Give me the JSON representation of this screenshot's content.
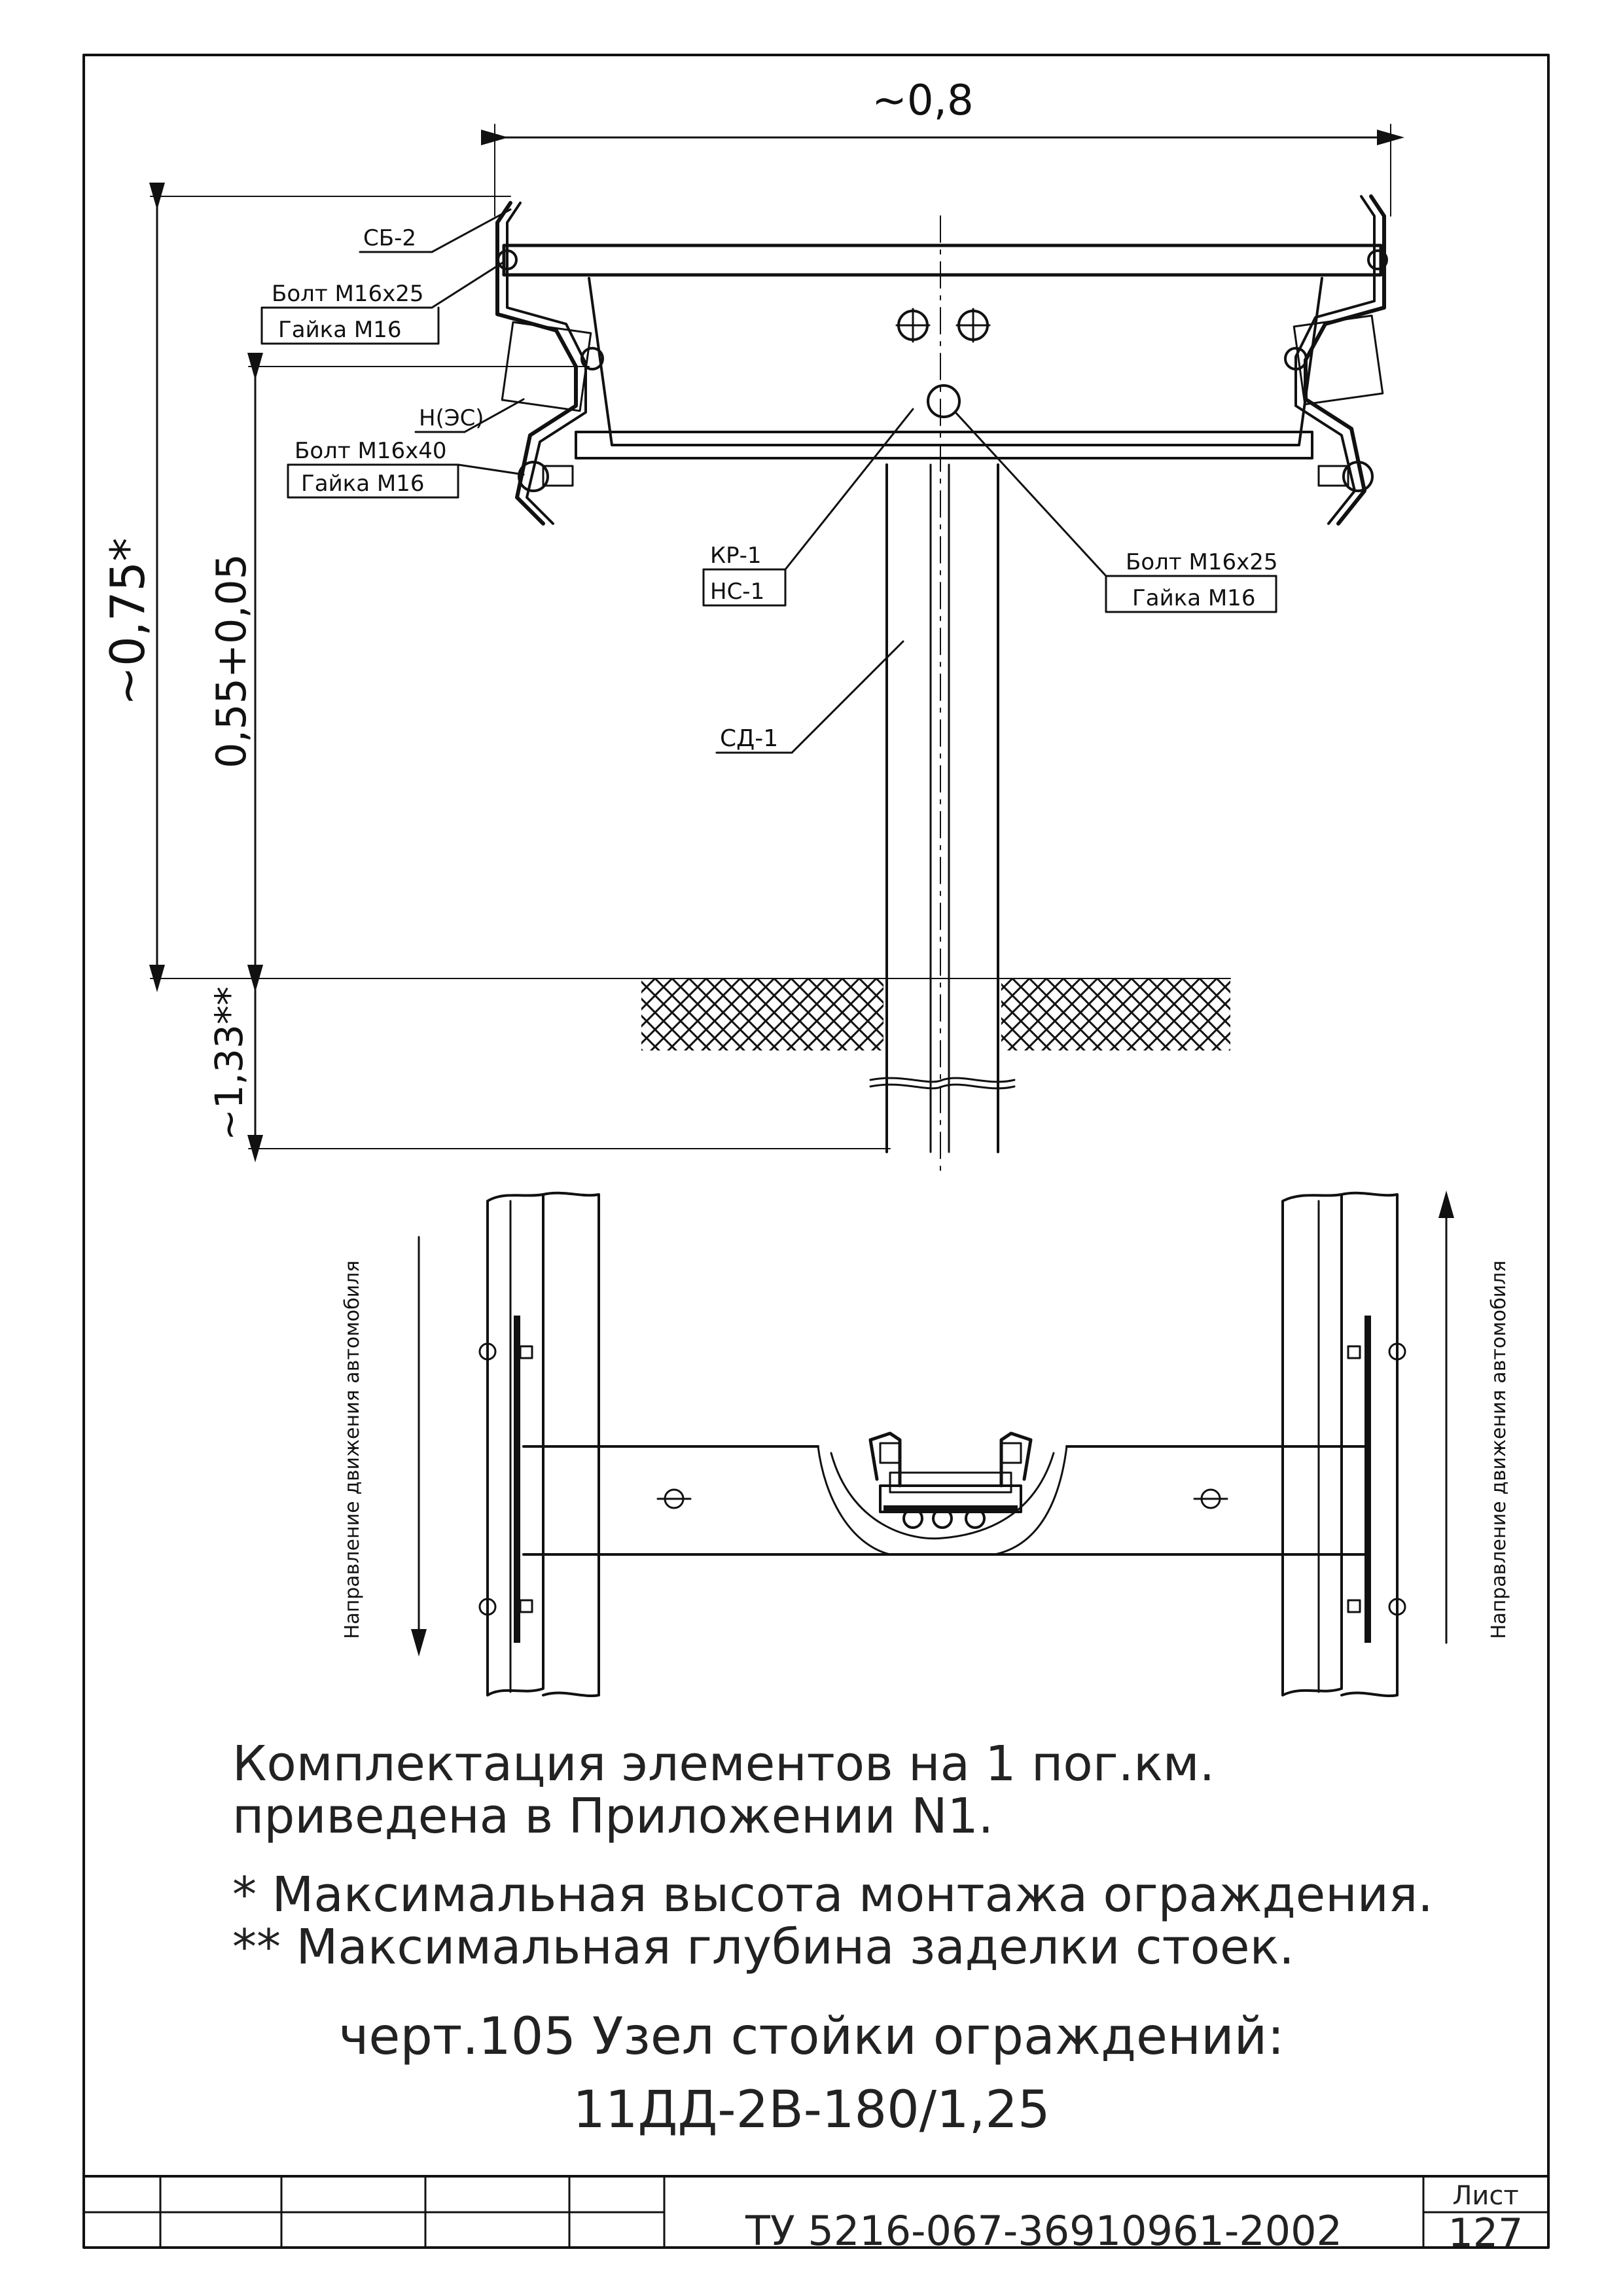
{
  "drawing": {
    "dims": {
      "width_top": "~0,8",
      "height_total": "~0,75*",
      "height_beam": "0,55+0,05",
      "depth": "~1,33**"
    },
    "callouts": {
      "sb2": "СБ-2",
      "bolt_top_left": "Болт М16x25",
      "nut_top_left": "Гайка М16",
      "n_es": "Н(ЭС)",
      "bolt_mid_left": "Болт М16x40",
      "nut_mid_left": "Гайка М16",
      "kr1": "КР-1",
      "ns1": "НС-1",
      "bolt_right": "Болт М16x25",
      "nut_right": "Гайка М16",
      "sd1": "СД-1"
    },
    "direction_left": "Направление движения автомобиля",
    "direction_right": "Направление движения автомобиля"
  },
  "notes": {
    "line1": "Комплектация элементов на 1 пог.км.",
    "line2": "приведена в Приложении N1.",
    "star1": "* Максимальная высота монтажа ограждения.",
    "star2": "** Максимальная глубина заделки стоек."
  },
  "title": {
    "line1": "черт.105 Узел стойки ограждений:",
    "line2": "11ДД-2В-180/1,25"
  },
  "stamp": {
    "doc_code": "ТУ 5216-067-36910961-2002",
    "sheet_label": "Лист",
    "sheet_number": "127"
  }
}
